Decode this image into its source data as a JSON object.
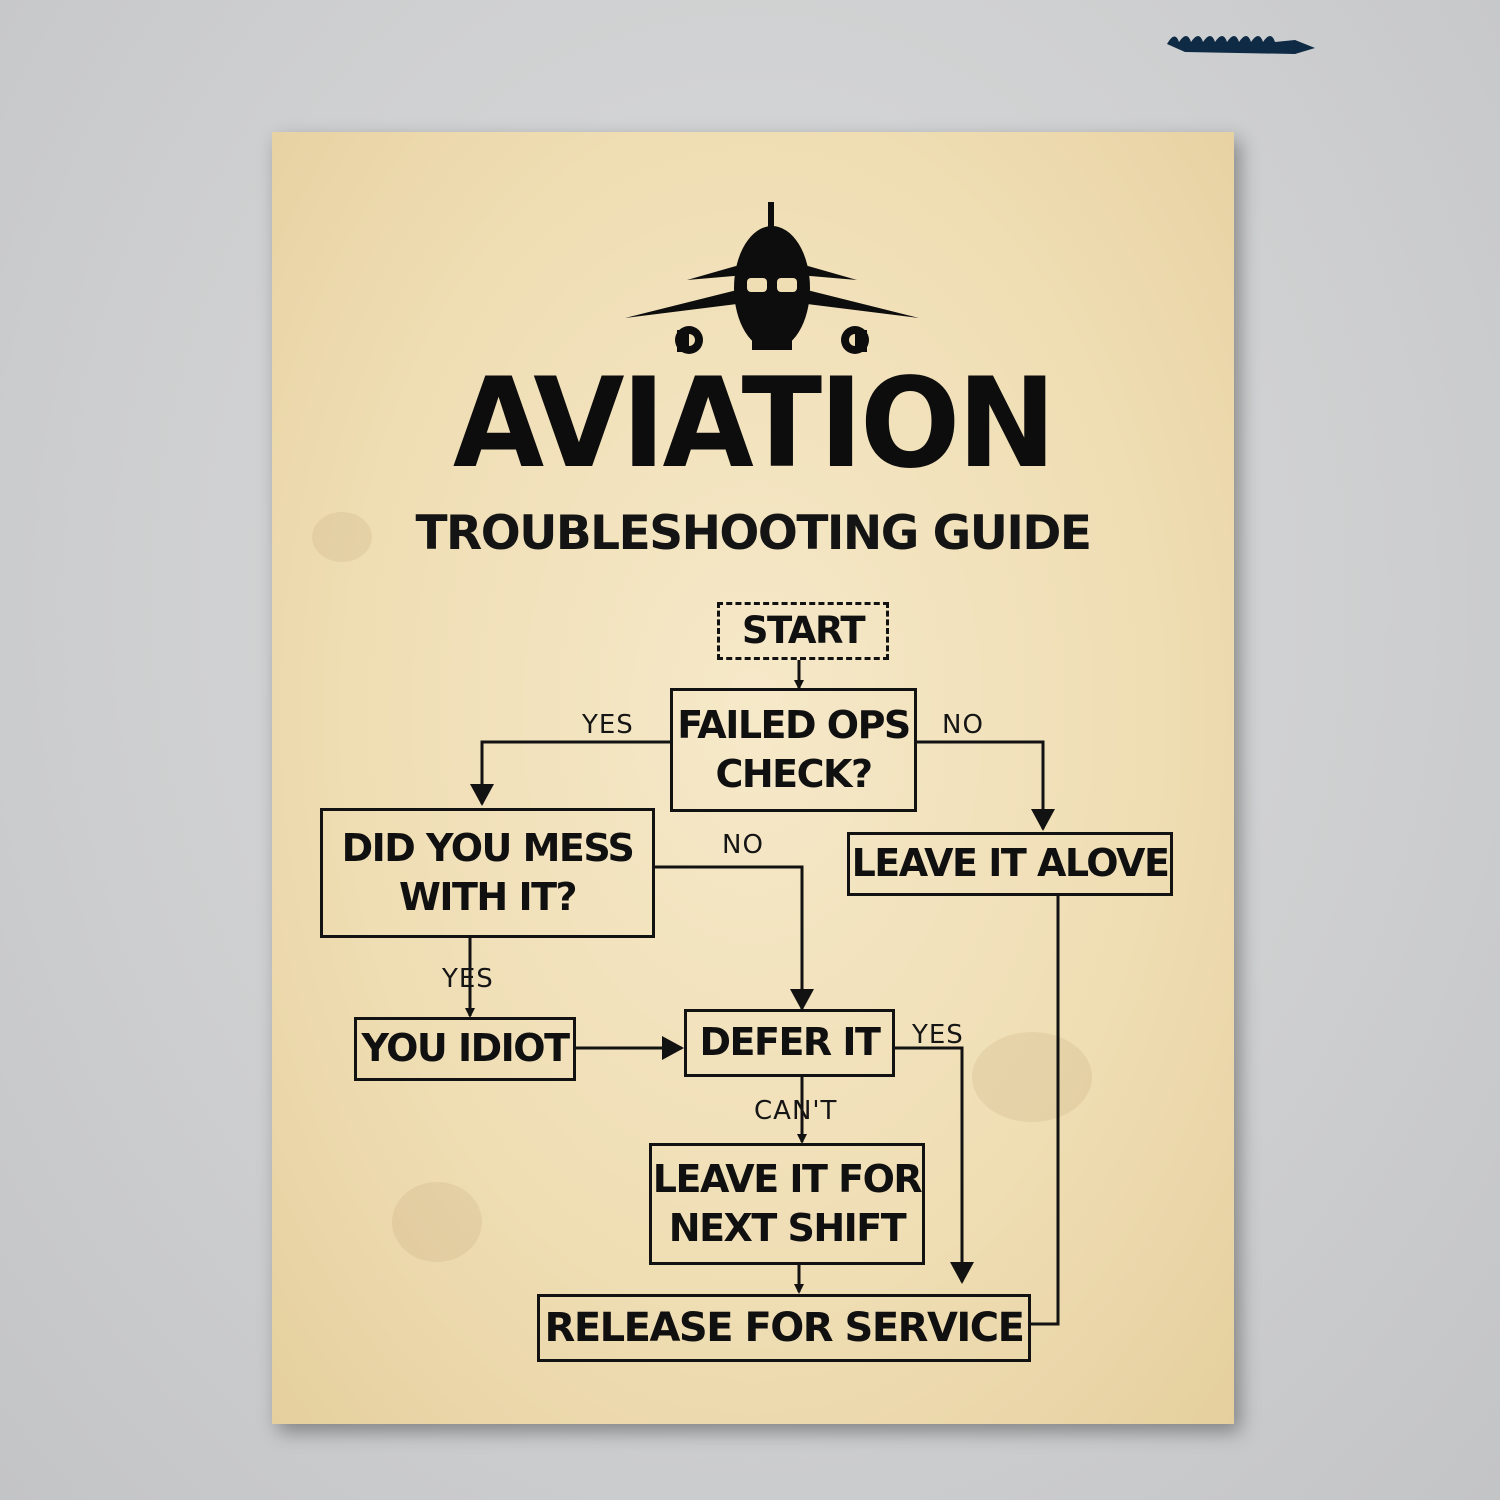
{
  "poster": {
    "title": "AVIATION",
    "subtitle": "TROUBLESHOOTING GUIDE"
  },
  "icons": {
    "logo": "wave-logo-icon",
    "header": "airplane-icon"
  },
  "colors": {
    "paper": "#efddb3",
    "ink": "#121212",
    "background": "#cfd0d1",
    "logo": "#0f2a44"
  },
  "flowchart": {
    "nodes": {
      "start": "START",
      "failed_ops": "FAILED OPS\nCHECK?",
      "mess": "DID YOU MESS\nWITH IT?",
      "leave_alone": "LEAVE IT ALOVE",
      "idiot": "YOU IDIOT",
      "defer": "DEFER IT",
      "next_shift": "LEAVE IT FOR\nNEXT SHIFT",
      "release": "RELEASE FOR SERVICE"
    },
    "edge_labels": {
      "failed_yes": "YES",
      "failed_no": "NO",
      "mess_no": "NO",
      "mess_yes": "YES",
      "defer_yes": "YES",
      "defer_cant": "CAN'T"
    }
  }
}
